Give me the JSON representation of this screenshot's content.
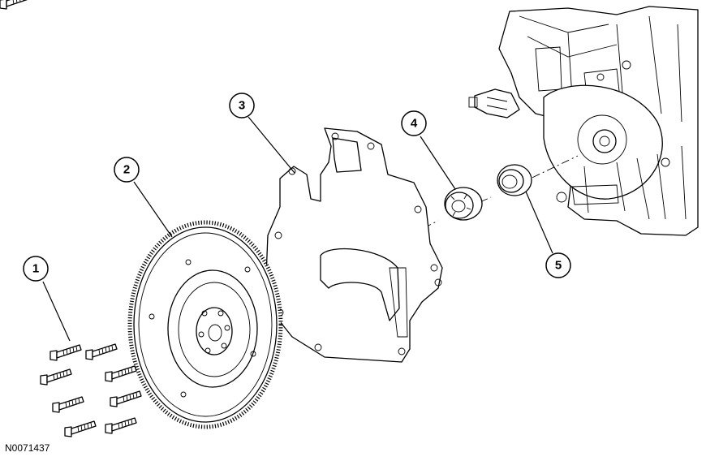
{
  "diagram": {
    "figure_code": "N0071437",
    "callouts": [
      {
        "id": "1",
        "label": "1"
      },
      {
        "id": "2",
        "label": "2"
      },
      {
        "id": "3",
        "label": "3"
      },
      {
        "id": "4",
        "label": "4"
      },
      {
        "id": "5",
        "label": "5"
      }
    ],
    "parts": [
      {
        "callout": "1",
        "icon": "bolt-set"
      },
      {
        "callout": "2",
        "icon": "flywheel"
      },
      {
        "callout": "3",
        "icon": "engine-rear-plate"
      },
      {
        "callout": "4",
        "icon": "pilot-bearing-spacer"
      },
      {
        "callout": "5",
        "icon": "crankshaft-seal"
      }
    ]
  }
}
